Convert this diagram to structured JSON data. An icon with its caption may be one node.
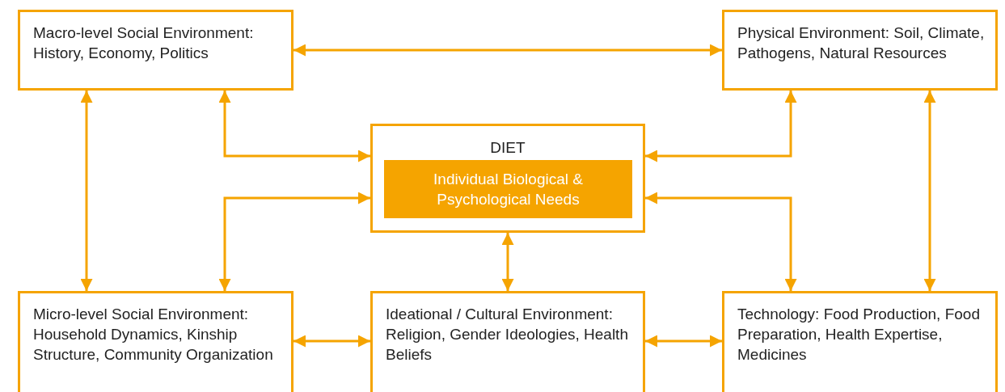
{
  "diagram": {
    "nodes": [
      {
        "text": [
          "Macro-level Social Environment: History, Economy, Politics"
        ]
      },
      {
        "text": [
          "Physical Environment: Soil, Climate, Pathogens, Natural Resources"
        ]
      },
      {
        "text": [
          "DIET"
        ]
      },
      {
        "text": [
          "Individual Biological & Psychological Needs"
        ],
        "in": 2
      },
      {
        "text": [
          "Micro-level Social Environment: Household Dynamics, Kinship Structure, Community Organization"
        ]
      },
      {
        "text": [
          "Ideational / Cultural Environment: Religion, Gender Ideologies, Health Beliefs"
        ]
      },
      {
        "text": [
          "Technology: Food Production, Food Preparation, Health Expertise, Medicines"
        ]
      }
    ],
    "edges": [
      {
        "from": 0,
        "to": 1,
        "arrow": "both"
      },
      {
        "from": 0,
        "to": 4,
        "arrow": "both"
      },
      {
        "from": 0,
        "to": 2,
        "arrow": "both"
      },
      {
        "from": 4,
        "to": 2,
        "arrow": "both"
      },
      {
        "from": 1,
        "to": 2,
        "arrow": "both"
      },
      {
        "from": 6,
        "to": 2,
        "arrow": "both"
      },
      {
        "from": 1,
        "to": 6,
        "arrow": "both"
      },
      {
        "from": 2,
        "to": 5,
        "arrow": "both"
      },
      {
        "from": 4,
        "to": 5,
        "arrow": "both"
      },
      {
        "from": 5,
        "to": 6,
        "arrow": "both"
      }
    ]
  }
}
